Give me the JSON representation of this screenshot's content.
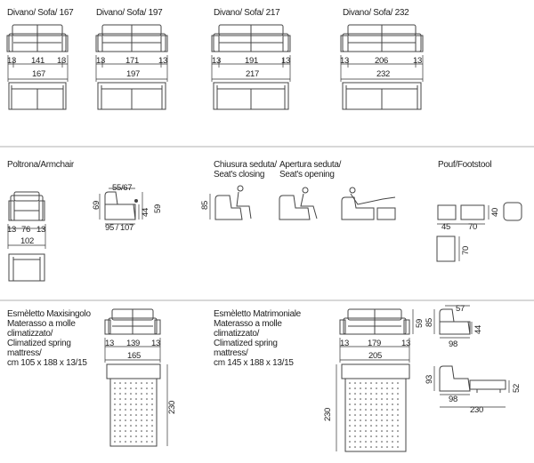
{
  "sections": {
    "sofas": [
      {
        "title": "Divano/ Sofa/ 167",
        "arm_left": "13",
        "seat": "141",
        "arm_right": "13",
        "total": "167"
      },
      {
        "title": "Divano/ Sofa/ 197",
        "arm_left": "13",
        "seat": "171",
        "arm_right": "13",
        "total": "197"
      },
      {
        "title": "Divano/ Sofa/ 217",
        "arm_left": "13",
        "seat": "191",
        "arm_right": "13",
        "total": "217"
      },
      {
        "title": "Divano/ Sofa/ 232",
        "arm_left": "13",
        "seat": "206",
        "arm_right": "13",
        "total": "232"
      }
    ],
    "armchair": {
      "title": "Poltrona/Armchair",
      "arm_left": "13",
      "seat": "76",
      "arm_right": "13",
      "total": "102",
      "side_depth": "55/67",
      "side_width": "95 / 107",
      "side_height": "69",
      "seat_height": "44",
      "back_height": "59"
    },
    "recliner": {
      "closing_title": "Chiusura seduta/\nSeat's closing",
      "opening_title": "Apertura seduta/\nSeat's opening",
      "height": "85"
    },
    "pouf": {
      "title": "Pouf/Footstool",
      "w1": "45",
      "w2": "70",
      "h1": "40",
      "h2": "70"
    },
    "bed_single": {
      "title": "Esmèletto Maxisingolo\nMaterasso a molle\nclimatizzato/\nClimatized spring\nmattress/\ncm 105 x 188 x 13/15",
      "arm_left": "13",
      "seat": "139",
      "arm_right": "13",
      "total": "165",
      "length": "230"
    },
    "bed_double": {
      "title": "Esmèletto Matrimoniale\nMaterasso a molle\nclimatizzato/\nClimatized spring\nmattress/\ncm 145 x 188 x 13/15",
      "arm_left": "13",
      "seat": "179",
      "arm_right": "13",
      "total": "205",
      "length": "230",
      "front_height": "59"
    },
    "bed_side": {
      "depth": "57",
      "height": "85",
      "seat_height": "44",
      "width": "98",
      "open_height": "93",
      "open_width": "98",
      "open_total": "230",
      "mattress_height": "52"
    }
  }
}
